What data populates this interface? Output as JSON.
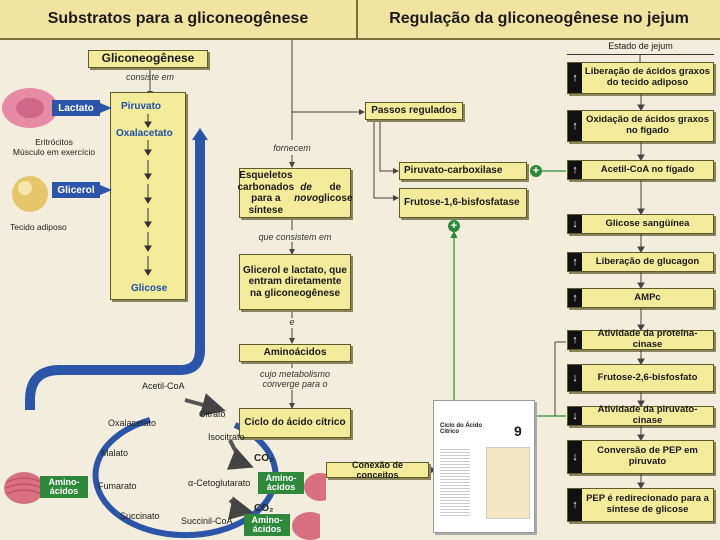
{
  "left_title": "Substratos para a gliconeogênese",
  "right_title": "Regulação da gliconeogênese no jejum",
  "gluconeogenesis_box": "Gliconeogênese",
  "consiste_em": "consiste em",
  "pathway": {
    "piruvato": "Piruvato",
    "oxalacetato": "Oxalacetato",
    "glicose": "Glicose"
  },
  "lactato_tag": "Lactato",
  "glicerol_tag": "Glicerol",
  "eritrocitos_label": "Eritrócitos\nMúsculo em exercício",
  "tecido_adiposo_label": "Tecido adiposo",
  "fornecem": "fornecem",
  "esqueletos_box": "Esqueletos carbonados para a síntese de novo de glicose",
  "que_consistem_em": "que consistem em",
  "glicerol_lactato_box": "Glicerol e lactato, que entram diretamente na gliconeogênese",
  "e_note": "e",
  "aminoacidos_box": "Aminoácidos",
  "cujo_metabolismo": "cujo metabolismo converge para o",
  "ciclo_box": "Ciclo do ácido cítrico",
  "passos_regulados": "Passos regulados",
  "piruvato_carboxilase": "Piruvato-carboxilase",
  "frutose_bisfosfatase": "Frutose-1,6-bisfosfatase",
  "plus": "+",
  "cycle": {
    "acetil_coa": "Acetil-CoA",
    "citrato": "Citrato",
    "isocitrato": "Isocitrato",
    "oxalacetato": "Oxalacetato",
    "malato": "Malato",
    "fumarato": "Fumarato",
    "succinato": "Succinato",
    "succinil_coa": "Succinil-CoA",
    "alfa_ceto": "α-Cetoglutarato",
    "co2": "CO₂",
    "amino_tag": "Amino-\nácidos"
  },
  "conexao": "Conexão de conceitos",
  "thumb": {
    "title": "Ciclo do Ácido Cítrico",
    "number": "9"
  },
  "estado_jejum": "Estado de jejum",
  "jejum_items": [
    {
      "arrow": "up",
      "label": "Liberação de ácidos graxos do tecido adiposo"
    },
    {
      "arrow": "up",
      "label": "Oxidação de ácidos graxos no fígado"
    },
    {
      "arrow": "up",
      "label": "Acetil-CoA no fígado"
    },
    {
      "arrow": "down",
      "label": "Glicose sangüínea"
    },
    {
      "arrow": "up",
      "label": "Liberação de glucagon"
    },
    {
      "arrow": "up",
      "label": "AMPc"
    },
    {
      "arrow": "up",
      "label": "Atividade da proteína-cinase"
    },
    {
      "arrow": "down",
      "label": "Frutose-2,6-bisfosfato"
    },
    {
      "arrow": "down",
      "label": "Atividade da piruvato-cinase"
    },
    {
      "arrow": "down",
      "label": "Conversão de PEP em piruvato"
    },
    {
      "arrow": "up",
      "label": "PEP é redirecionado para a síntese de glicose"
    }
  ],
  "colors": {
    "box": "#f2eb9a",
    "path_blue": "#2a55a8",
    "green": "#2e8a3a",
    "title_bg": "#f1e4a2"
  }
}
